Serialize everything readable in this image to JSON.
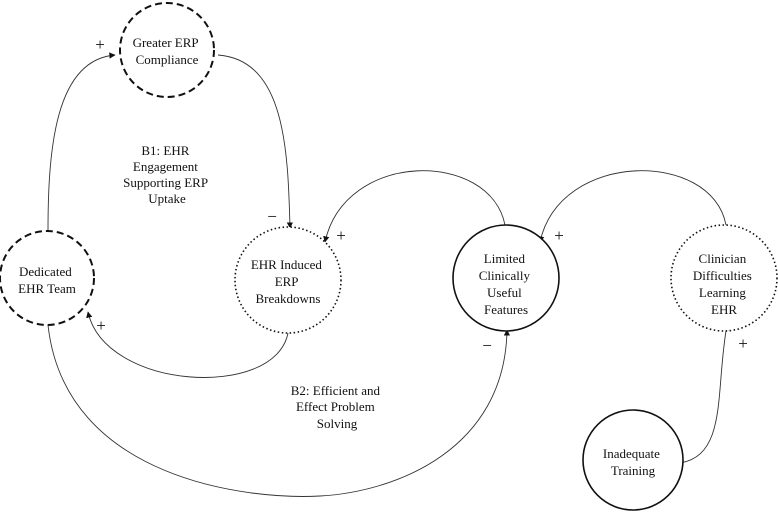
{
  "nodes": {
    "greater_erp": {
      "lines": [
        "Greater ERP",
        "Compliance"
      ]
    },
    "dedicated_team": {
      "lines": [
        "Dedicated",
        "EHR Team"
      ]
    },
    "erp_breakdowns": {
      "lines": [
        "EHR Induced",
        "ERP",
        "Breakdowns"
      ]
    },
    "limited_features": {
      "lines": [
        "Limited",
        "Clinically",
        "Useful",
        "Features"
      ]
    },
    "clinician_difficulties": {
      "lines": [
        "Clinician",
        "Difficulties",
        "Learning",
        "EHR"
      ]
    },
    "inadequate_training": {
      "lines": [
        "Inadequate",
        "Training"
      ]
    }
  },
  "loops": {
    "b1": {
      "lines": [
        "B1: EHR",
        "Engagement",
        "Supporting ERP",
        "Uptake"
      ]
    },
    "b2": {
      "lines": [
        "B2: Efficient and",
        "Effect Problem",
        "Solving"
      ]
    }
  },
  "polarities": {
    "team_to_erp": "+",
    "erp_to_breakdowns": "−",
    "breakdowns_to_team": "+",
    "limited_to_breakdowns": "+",
    "team_to_limited": "−",
    "clinician_to_limited": "+",
    "training_to_clinician": "+"
  }
}
